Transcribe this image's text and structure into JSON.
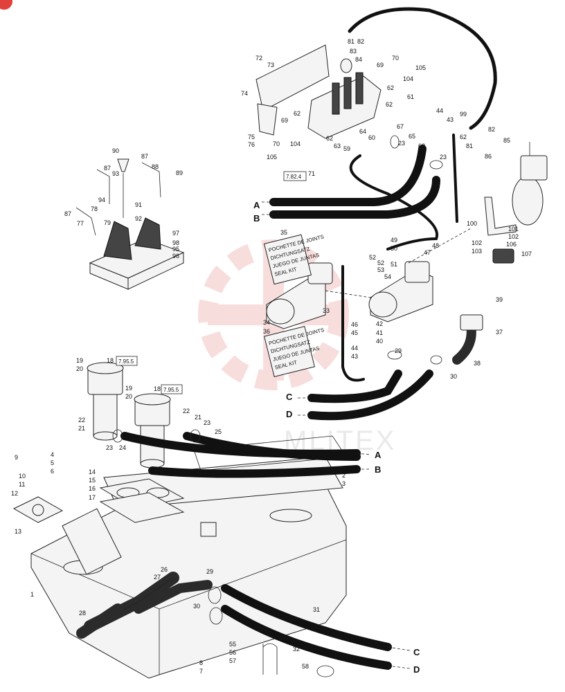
{
  "corner_badge": {
    "color": "#e0413b"
  },
  "watermark": {
    "text": "MLITEX",
    "color": "#f3c3c3"
  },
  "seal_kit": {
    "lines": [
      "POCHETTE DE JOINTS",
      "DICHTUNGSATZ",
      "JUEGO DE JUNTAS",
      "SEAL KIT"
    ]
  },
  "refs": {
    "ref_7824": "7.82.4",
    "ref_7955": "7.95.5"
  },
  "hose_letters": [
    "A",
    "B",
    "C",
    "D"
  ],
  "callouts": [
    "1",
    "2",
    "3",
    "4",
    "5",
    "6",
    "7",
    "8",
    "9",
    "10",
    "11",
    "12",
    "13",
    "14",
    "15",
    "16",
    "17",
    "18",
    "19",
    "20",
    "21",
    "22",
    "23",
    "24",
    "25",
    "26",
    "27",
    "28",
    "29",
    "30",
    "31",
    "32",
    "33",
    "34",
    "35",
    "36",
    "37",
    "38",
    "39",
    "40",
    "41",
    "42",
    "43",
    "44",
    "45",
    "46",
    "47",
    "48",
    "49",
    "50",
    "51",
    "52",
    "53",
    "54",
    "55",
    "56",
    "57",
    "58",
    "59",
    "60",
    "61",
    "62",
    "63",
    "64",
    "65",
    "67",
    "68",
    "69",
    "70",
    "71",
    "72",
    "73",
    "74",
    "75",
    "76",
    "77",
    "78",
    "79",
    "81",
    "82",
    "83",
    "84",
    "85",
    "86",
    "87",
    "88",
    "89",
    "90",
    "91",
    "92",
    "93",
    "94",
    "95",
    "96",
    "97",
    "98",
    "99",
    "100",
    "101",
    "102",
    "103",
    "104",
    "105",
    "106",
    "107"
  ]
}
